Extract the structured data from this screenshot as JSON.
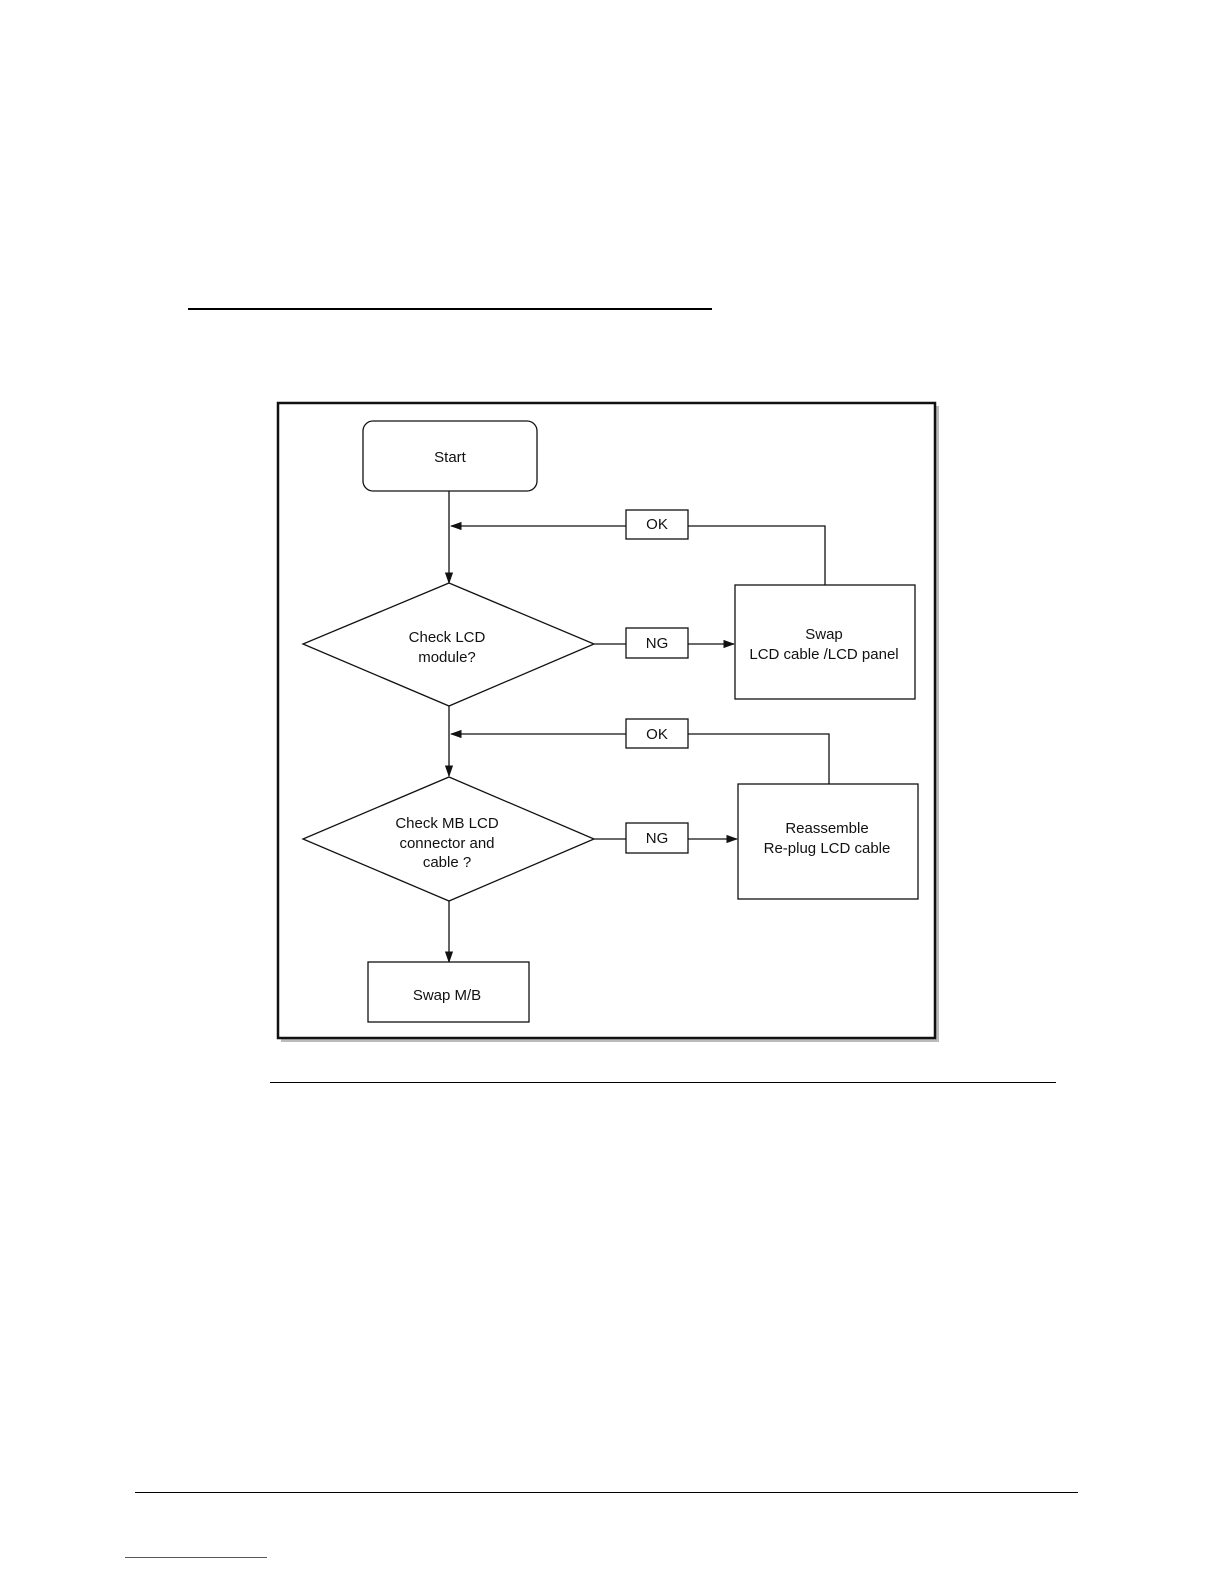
{
  "flowchart": {
    "nodes": {
      "start": {
        "lines": [
          "Start"
        ]
      },
      "check_lcd": {
        "lines": [
          "Check LCD",
          "module?"
        ]
      },
      "swap_lcd": {
        "lines": [
          "Swap",
          "LCD cable /LCD panel"
        ]
      },
      "check_mb": {
        "lines": [
          "Check MB LCD",
          "connector and",
          "cable ?"
        ]
      },
      "reassemble": {
        "lines": [
          "Reassemble",
          "Re-plug LCD cable"
        ]
      },
      "swap_mb": {
        "lines": [
          "Swap M/B"
        ]
      }
    },
    "edge_labels": {
      "ok_1": "OK",
      "ng_1": "NG",
      "ok_2": "OK",
      "ng_2": "NG"
    }
  }
}
